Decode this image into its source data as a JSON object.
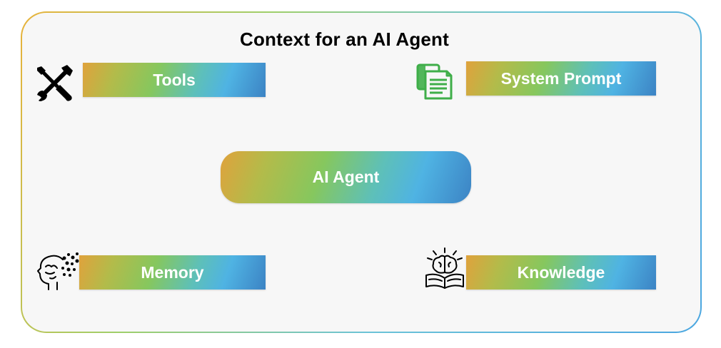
{
  "title": "Context for an AI Agent",
  "nodes": {
    "tools": "Tools",
    "system_prompt": "System Prompt",
    "agent": "AI Agent",
    "memory": "Memory",
    "knowledge": "Knowledge"
  },
  "icons": {
    "tools": "wrench-screwdriver-icon",
    "system_prompt": "documents-icon",
    "memory": "head-memory-icon",
    "knowledge": "brain-book-icon"
  },
  "colors": {
    "gradient_start": "#e0a23c",
    "gradient_mid": "#86c75e",
    "gradient_end": "#3c83c4",
    "system_prompt_icon": "#3fae49"
  }
}
